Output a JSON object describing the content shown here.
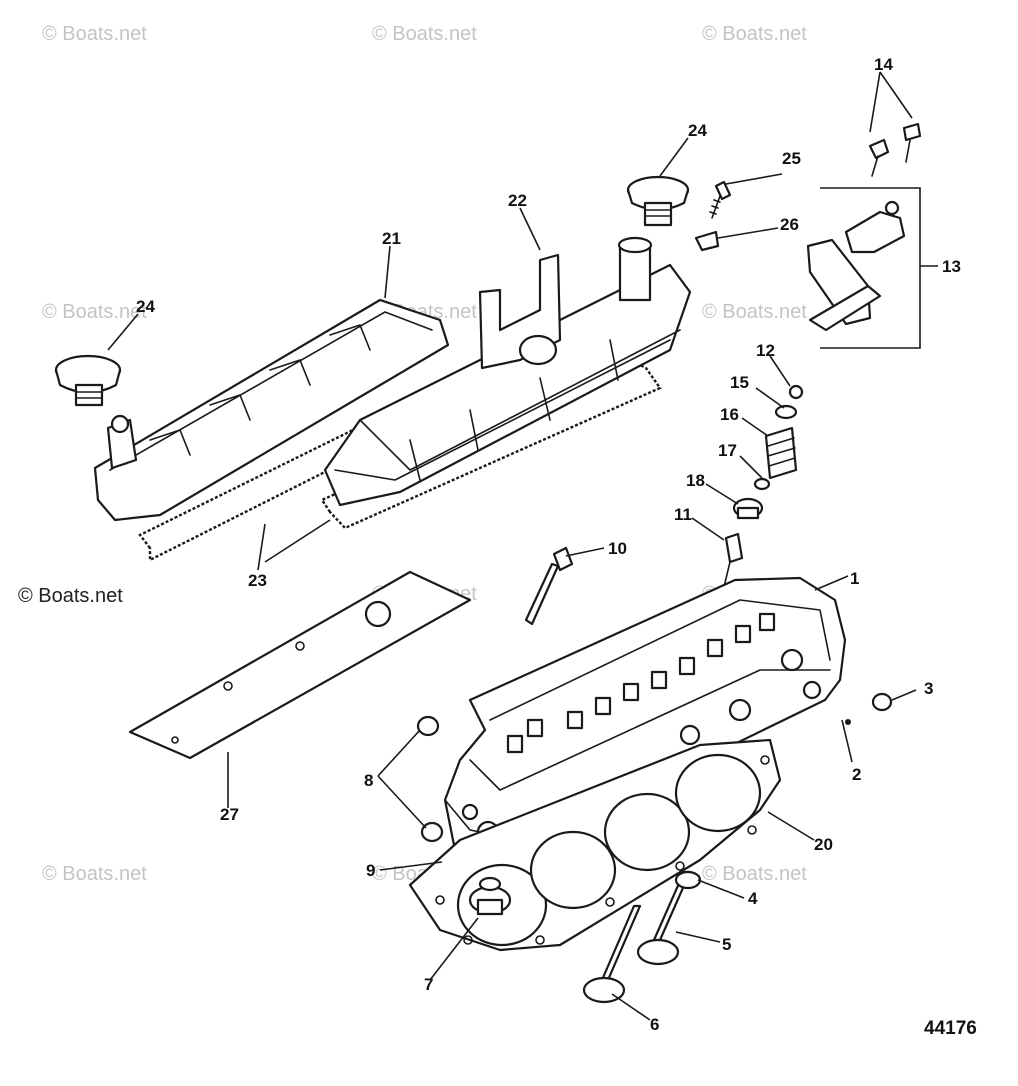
{
  "diagram": {
    "watermark": "© Boats.net",
    "reference_number": "44176",
    "callouts": {
      "c1": "1",
      "c2": "2",
      "c3": "3",
      "c4": "4",
      "c5": "5",
      "c6": "6",
      "c7": "7",
      "c8": "8",
      "c9": "9",
      "c10": "10",
      "c11": "11",
      "c12": "12",
      "c13": "13",
      "c14": "14",
      "c15": "15",
      "c16": "16",
      "c17": "17",
      "c18": "18",
      "c20": "20",
      "c21": "21",
      "c22": "22",
      "c23": "23",
      "c24a": "24",
      "c24b": "24",
      "c25": "25",
      "c26": "26",
      "c27": "27"
    }
  }
}
